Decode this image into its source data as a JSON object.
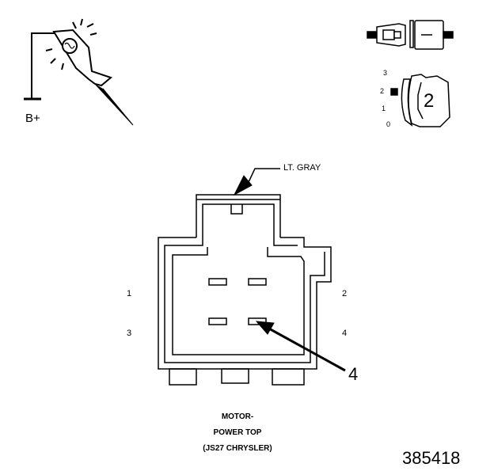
{
  "probe": {
    "label": "B+"
  },
  "terminal_id": {
    "pins": [
      "3",
      "2",
      "1",
      "0"
    ],
    "number": "2"
  },
  "connector": {
    "color_label": "LT. GRAY",
    "pins": [
      "1",
      "2",
      "3",
      "4"
    ],
    "callout": "4"
  },
  "caption": {
    "line1": "MOTOR-",
    "line2": "POWER TOP",
    "line3": "(JS27 CHRYSLER)"
  },
  "figure_number": "385418"
}
